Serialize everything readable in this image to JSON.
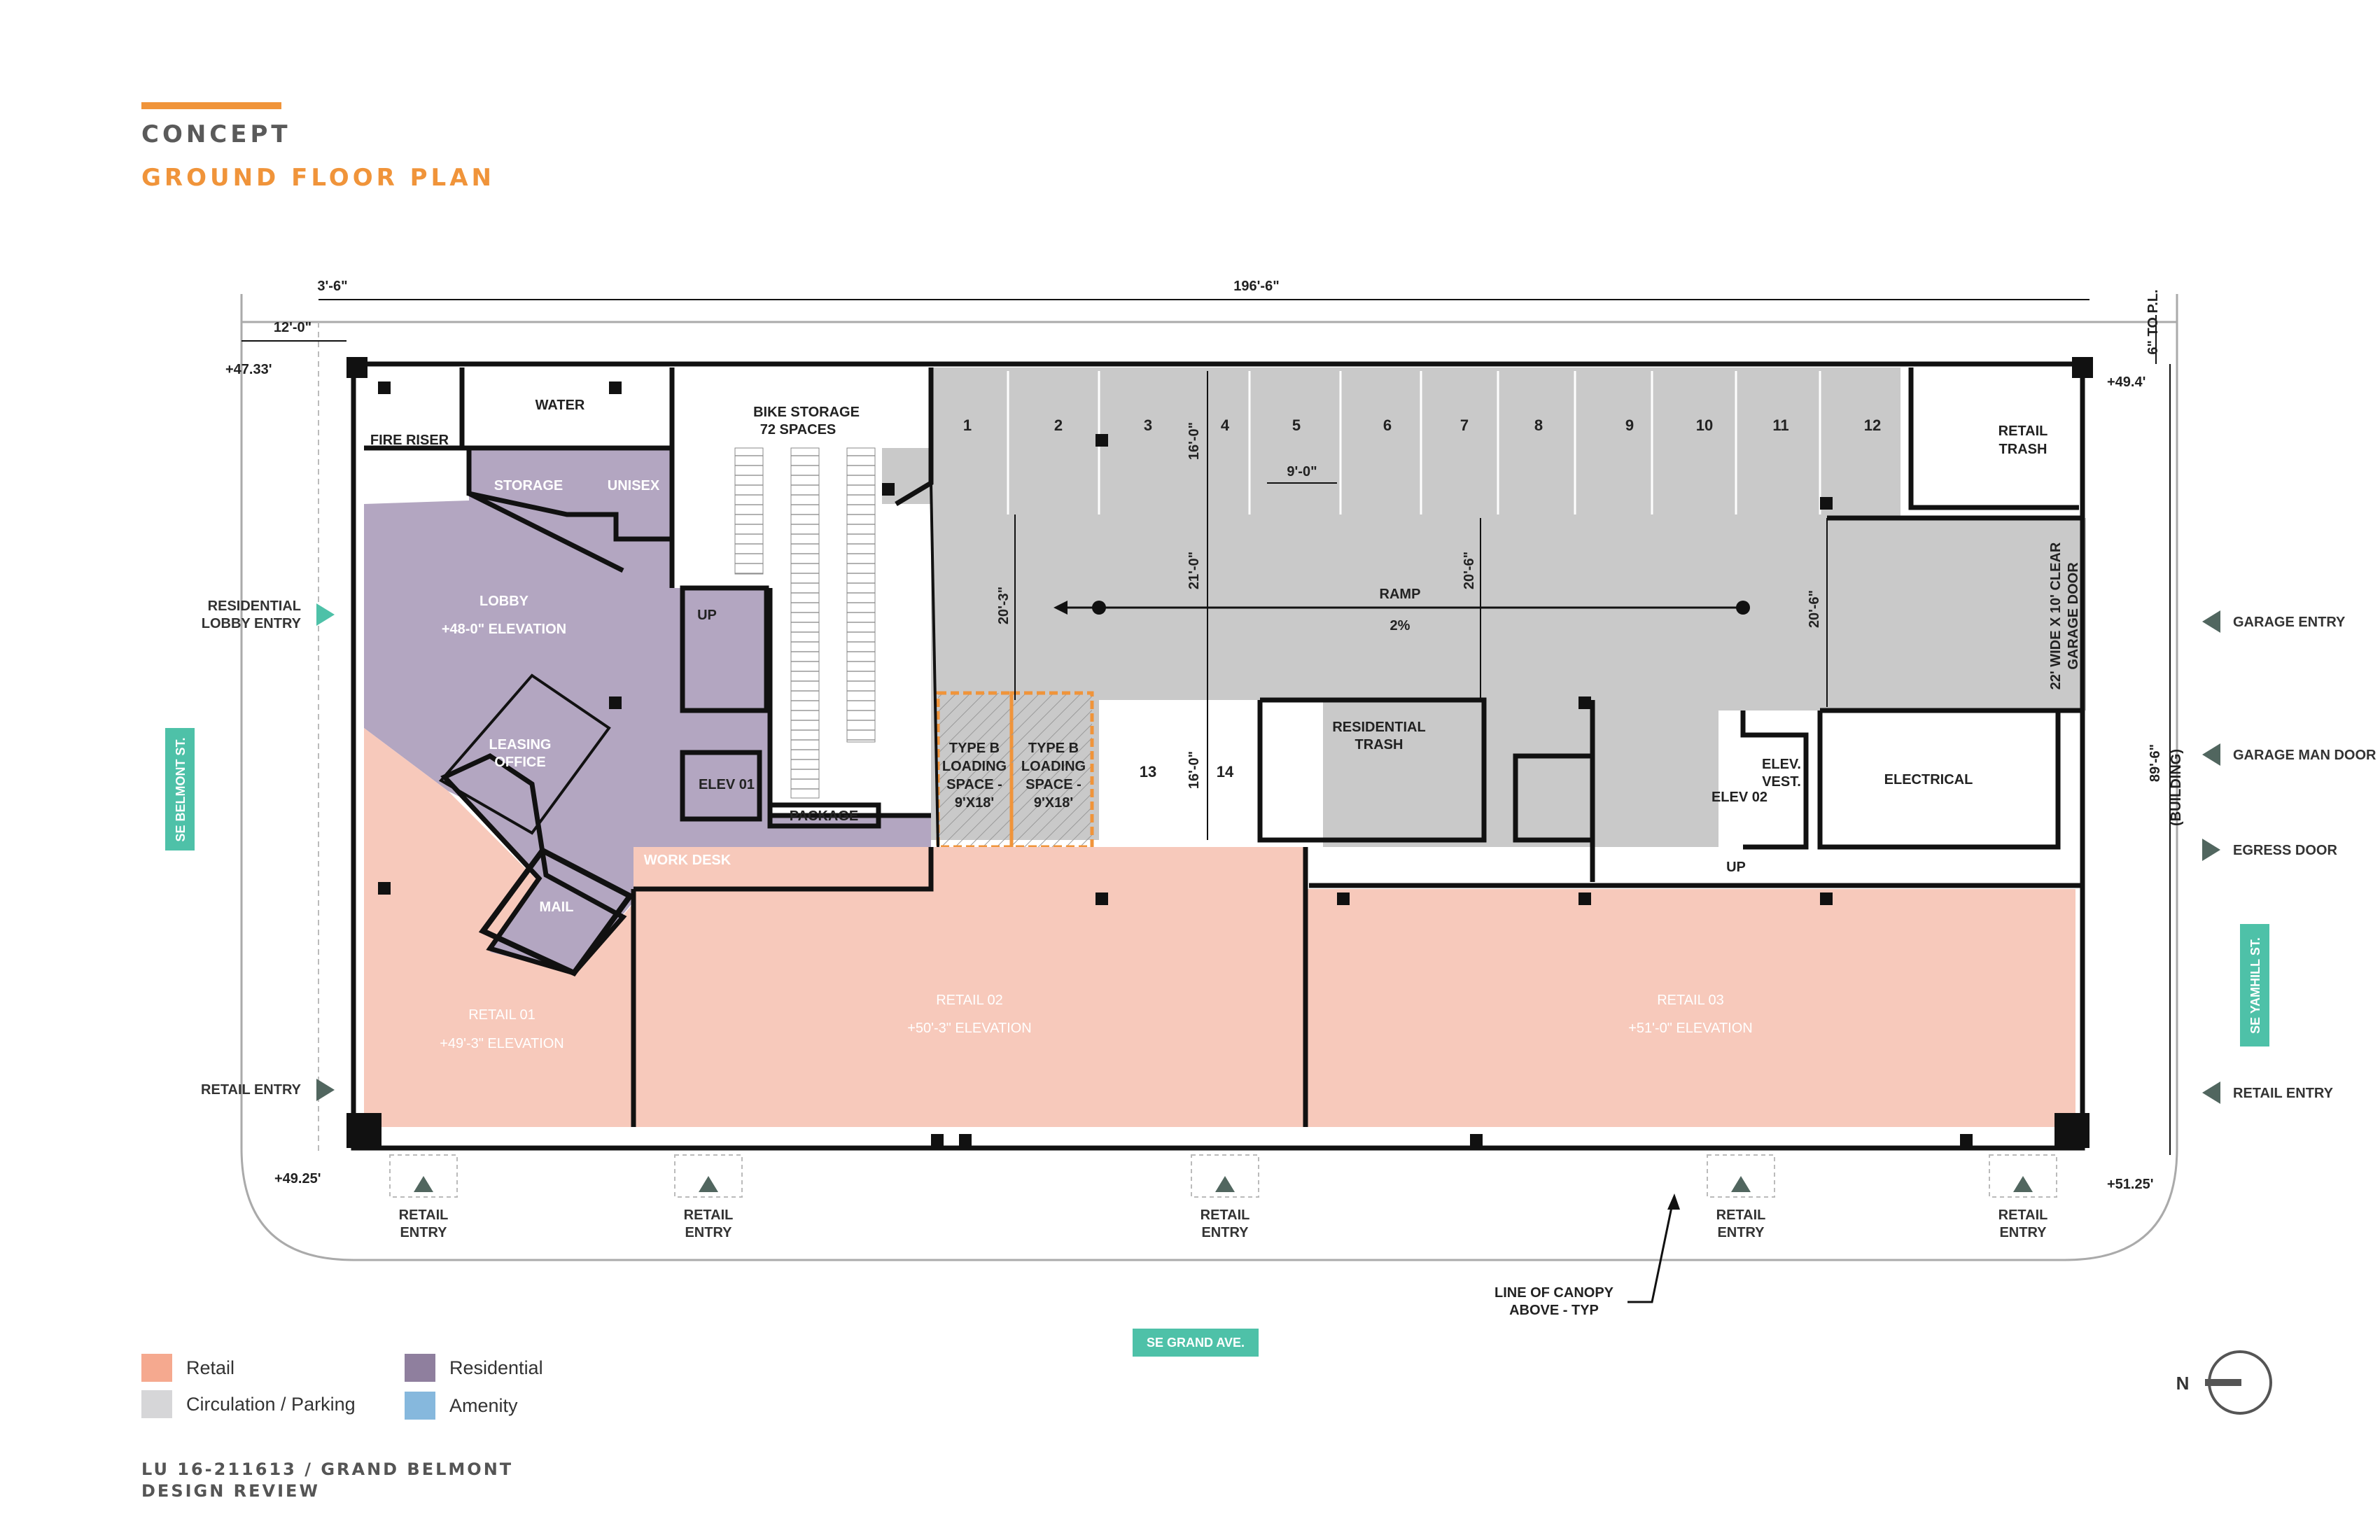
{
  "header": {
    "concept": "CONCEPT",
    "subtitle": "GROUND FLOOR PLAN"
  },
  "dimensions": {
    "overall_width": "196'-6\"",
    "offset_left_a": "3'-6\"",
    "offset_left_b": "12'-0\"",
    "to_pl": "6\" TO P.L.",
    "building_depth": "89'-6\"",
    "building_label": "(BUILDING)",
    "stall_width": "9'-0\"",
    "stall_depth_upper": "16'-0\"",
    "stall_depth_lower": "16'-0\"",
    "aisle_depth": "21'-0\"",
    "ramp_left": "20'-3\"",
    "ramp_mid": "20'-6\"",
    "ramp_right": "20'-6\""
  },
  "elevations": {
    "top_left": "+47.33'",
    "top_right": "+49.4'",
    "bottom_left": "+49.25'",
    "bottom_right": "+51.25'"
  },
  "rooms": {
    "fire_riser": "FIRE RISER",
    "water": "WATER",
    "storage": "STORAGE",
    "unisex": "UNISEX",
    "bike_storage": "BIKE STORAGE",
    "bike_spaces": "72 SPACES",
    "lobby": "LOBBY",
    "lobby_elev": "+48-0\" ELEVATION",
    "up_stair": "UP",
    "leasing": "LEASING",
    "leasing_office": "OFFICE",
    "elev01": "ELEV 01",
    "package": "PACKAGE",
    "work_desk": "WORK DESK",
    "mail": "MAIL",
    "ramp": "RAMP",
    "ramp_slope": "2%",
    "loading1_lines": [
      "TYPE B",
      "LOADING",
      "SPACE -",
      "9'X18'"
    ],
    "loading2_lines": [
      "TYPE B",
      "LOADING",
      "SPACE -",
      "9'X18'"
    ],
    "residential_trash": "RESIDENTIAL",
    "residential_trash2": "TRASH",
    "elev02": "ELEV 02",
    "up_stair2": "UP",
    "elev_vest": "ELEV.",
    "elev_vest2": "VEST.",
    "electrical": "ELECTRICAL",
    "retail_trash": "RETAIL",
    "retail_trash2": "TRASH",
    "garage_door": "22' WIDE X 10' CLEAR",
    "garage_door2": "GARAGE DOOR",
    "retail01": "RETAIL 01",
    "retail01_elev": "+49'-3\" ELEVATION",
    "retail02": "RETAIL 02",
    "retail02_elev": "+50'-3\" ELEVATION",
    "retail03": "RETAIL 03",
    "retail03_elev": "+51'-0\" ELEVATION"
  },
  "parking_stalls": [
    "1",
    "2",
    "3",
    "4",
    "5",
    "6",
    "7",
    "8",
    "9",
    "10",
    "11",
    "12",
    "13",
    "14"
  ],
  "streets": {
    "belmont": "SE BELMONT ST.",
    "yamhill": "SE YAMHILL ST.",
    "grand": "SE GRAND AVE."
  },
  "entries": {
    "residential_lobby_1": "RESIDENTIAL",
    "residential_lobby_2": "LOBBY ENTRY",
    "retail_left": "RETAIL ENTRY",
    "garage_entry": "GARAGE ENTRY",
    "garage_man_door": "GARAGE MAN DOOR",
    "egress_door": "EGRESS DOOR",
    "retail_right": "RETAIL ENTRY",
    "bottom_retail_1": "RETAIL",
    "bottom_retail_2": "ENTRY"
  },
  "canopy": {
    "line1": "LINE OF CANOPY",
    "line2": "ABOVE - TYP"
  },
  "north": "N",
  "legend": [
    {
      "label": "Retail",
      "color": "#f5a98f"
    },
    {
      "label": "Circulation / Parking",
      "color": "#d6d6d8"
    },
    {
      "label": "Residential",
      "color": "#8f7f9e"
    },
    {
      "label": "Amenity",
      "color": "#86b8dd"
    }
  ],
  "footer": {
    "line1": "LU 16-211613 / GRAND BELMONT",
    "line2": "DESIGN REVIEW"
  },
  "colors": {
    "retail": "#f7c9bb",
    "parking": "#c9c9c9",
    "residential": "#b3a6c1",
    "street_tag": "#4ec1a8",
    "accent": "#f0943a",
    "entry_arrow": "#51665f"
  }
}
